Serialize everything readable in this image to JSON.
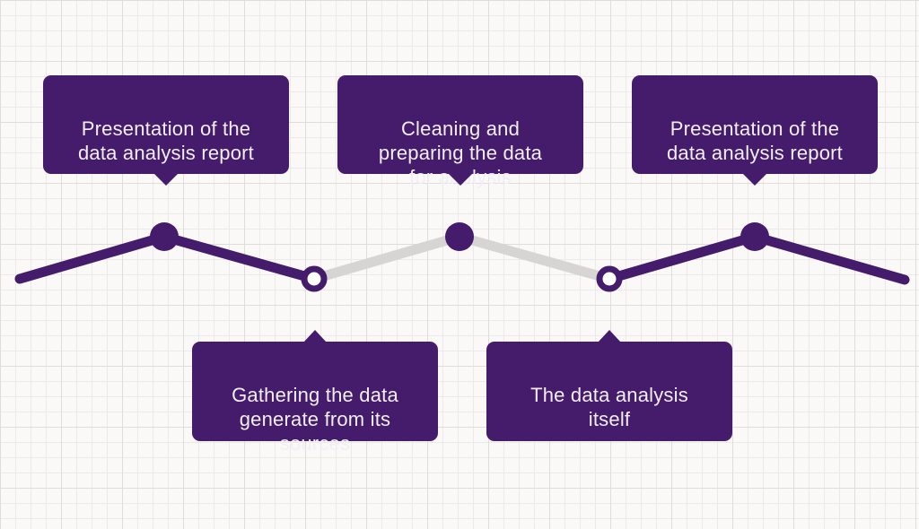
{
  "diagram": {
    "colors": {
      "purple": "#451b6b",
      "gray": "#d6d5d4",
      "node_hollow_fill": "#ffffff",
      "text": "#f2eef6",
      "background": "#faf9f8"
    },
    "callouts": [
      {
        "name": "presentation-report-1",
        "position": "top",
        "text": "Presentation of the\ndata analysis report"
      },
      {
        "name": "cleaning-preparing",
        "position": "top",
        "text": "Cleaning and\npreparing the data\nfor analysis"
      },
      {
        "name": "presentation-report-2",
        "position": "top",
        "text": "Presentation of the\ndata analysis report"
      },
      {
        "name": "gathering-data",
        "position": "bottom",
        "text": "Gathering the data\ngenerate from its\nsources"
      },
      {
        "name": "data-analysis-itself",
        "position": "bottom",
        "text": "The data analysis\nitself"
      }
    ],
    "timeline": {
      "segments": [
        {
          "name": "segment-left",
          "color": "purple"
        },
        {
          "name": "segment-middle",
          "color": "gray"
        },
        {
          "name": "segment-right",
          "color": "purple"
        }
      ],
      "nodes": [
        {
          "name": "peak-1",
          "style": "filled"
        },
        {
          "name": "valley-1",
          "style": "hollow"
        },
        {
          "name": "peak-2",
          "style": "filled"
        },
        {
          "name": "valley-2",
          "style": "hollow"
        },
        {
          "name": "peak-3",
          "style": "filled"
        }
      ]
    }
  }
}
